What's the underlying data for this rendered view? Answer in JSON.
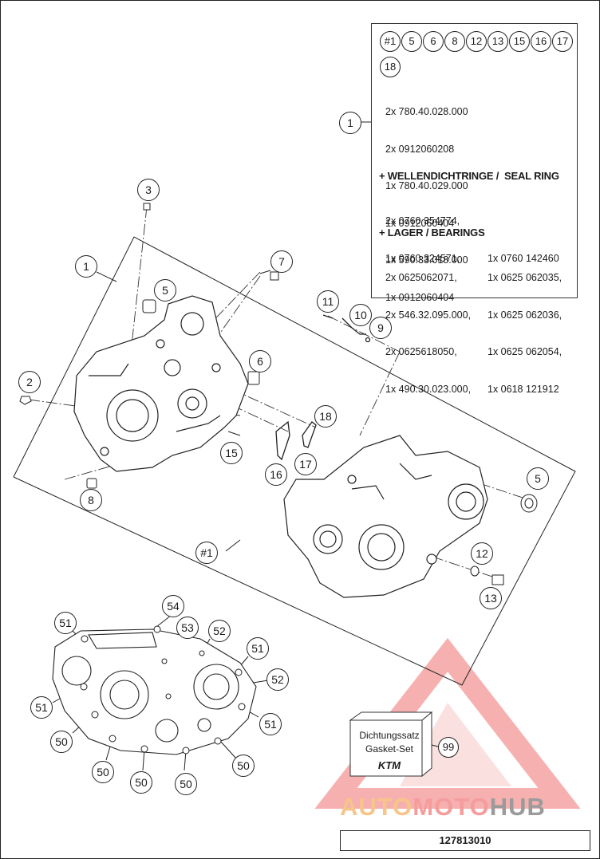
{
  "diagram": {
    "callouts": [
      {
        "id": "c1-top",
        "label": "1"
      },
      {
        "id": "c3",
        "label": "3"
      },
      {
        "id": "c7",
        "label": "7"
      },
      {
        "id": "c1-left",
        "label": "1"
      },
      {
        "id": "c5-left",
        "label": "5"
      },
      {
        "id": "c2",
        "label": "2"
      },
      {
        "id": "c6",
        "label": "6"
      },
      {
        "id": "c11",
        "label": "11"
      },
      {
        "id": "c10",
        "label": "10"
      },
      {
        "id": "c9",
        "label": "9"
      },
      {
        "id": "c18",
        "label": "18"
      },
      {
        "id": "c15",
        "label": "15"
      },
      {
        "id": "c16",
        "label": "16"
      },
      {
        "id": "c17",
        "label": "17"
      },
      {
        "id": "c8",
        "label": "8"
      },
      {
        "id": "c5-right",
        "label": "5"
      },
      {
        "id": "c1-hash",
        "label": "#1"
      },
      {
        "id": "c12",
        "label": "12"
      },
      {
        "id": "c13",
        "label": "13"
      },
      {
        "id": "c54",
        "label": "54"
      },
      {
        "id": "c51-a",
        "label": "51"
      },
      {
        "id": "c53",
        "label": "53"
      },
      {
        "id": "c52-a",
        "label": "52"
      },
      {
        "id": "c51-b",
        "label": "51"
      },
      {
        "id": "c52-b",
        "label": "52"
      },
      {
        "id": "c51-c",
        "label": "51"
      },
      {
        "id": "c51-d",
        "label": "51"
      },
      {
        "id": "c50-a",
        "label": "50"
      },
      {
        "id": "c50-b",
        "label": "50"
      },
      {
        "id": "c50-c",
        "label": "50"
      },
      {
        "id": "c50-d",
        "label": "50"
      },
      {
        "id": "c50-e",
        "label": "50"
      },
      {
        "id": "c99",
        "label": "99"
      }
    ],
    "legend": {
      "chips": [
        "#1",
        "5",
        "6",
        "8",
        "12",
        "13",
        "15",
        "16",
        "17",
        "18"
      ],
      "parts": [
        "2x 780.40.028.000",
        "2x 0912060208",
        "1x 780.40.029.000",
        "1x 0912060404",
        "1x 590.33.018.000",
        "1x 0912060404"
      ],
      "seal_header": "+ WELLENDICHTRINGE /  SEAL RING",
      "seal_left": [
        "2x 0760 354774,",
        "1x 0760 324571,"
      ],
      "seal_right": [
        "",
        "1x 0760 142460"
      ],
      "bearing_header": "+ LAGER / BEARINGS",
      "bearing_left": [
        "2x 0625062071,",
        "2x 546.32.095.000,",
        "2x 0625618050,",
        "1x 490.30.023.000,"
      ],
      "bearing_right": [
        "1x 0625 062035,",
        "1x 0625 062036,",
        "1x 0625 062054,",
        "1x 0618 121912"
      ]
    },
    "gasket_set": {
      "line1": "Dichtungssatz",
      "line2": "Gasket-Set",
      "brand": "KTM"
    },
    "watermark": {
      "part1": "AUTO",
      "part2": "MOTO",
      "part3": "HUB"
    },
    "part_number": "127813010",
    "colors": {
      "ink": "#1a1a1a",
      "watermark_red": "#f08080",
      "watermark_orange": "#f7c58a",
      "watermark_grey": "#9b9b9b"
    }
  }
}
